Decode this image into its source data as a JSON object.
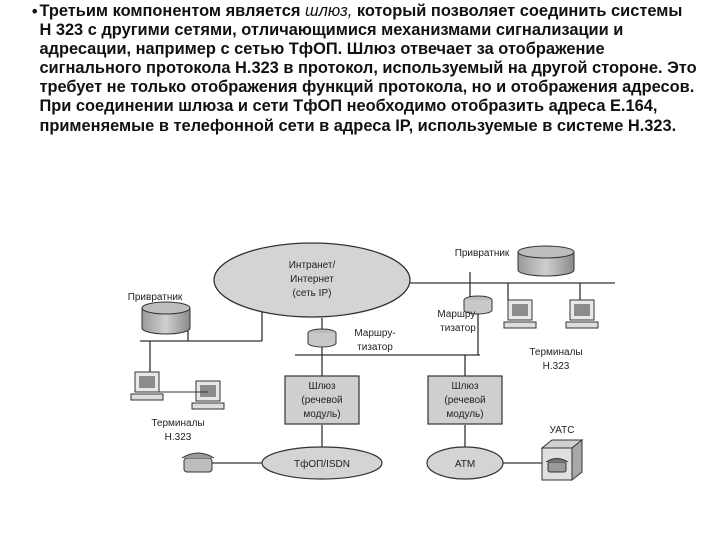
{
  "text_block": {
    "bullet": "•",
    "before_em": "Третьим компонентом является ",
    "em": "шлюз,",
    "after_em": " который позволяет соединить системы H 323 с другими сетями, отличающимися механизмами сигнализации и адресации, например с сетью ТфОП. Шлюз отвечает за отображение сигнального протокола H.323 в протокол, используемый на другой стороне. Это требует не только отображения функций протокола, но и отображения адресов. При соединении шлюза и сети ТфОП необходимо отобразить адреса E.164, применяемые в телефонной сети  в адреса IP, используемые в системе H.323."
  },
  "diagram": {
    "internet": [
      "Интранет/",
      "Интернет",
      "(сеть IP)"
    ],
    "gatekeeper_left": "Привратник",
    "gatekeeper_right": "Привратник",
    "router_center": [
      "Маршру-",
      "тизатор"
    ],
    "router_right": [
      "Маршру-",
      "тизатор"
    ],
    "terminals_left": [
      "Терминалы",
      "H.323"
    ],
    "terminals_right": [
      "Терминалы",
      "H.323"
    ],
    "gateway_left": [
      "Шлюз",
      "(речевой",
      "модуль)"
    ],
    "gateway_right": [
      "Шлюз",
      "(речевой",
      "модуль)"
    ],
    "pstn": "ТфОП/ISDN",
    "atm": "ATM",
    "pbx": "УАТС"
  }
}
